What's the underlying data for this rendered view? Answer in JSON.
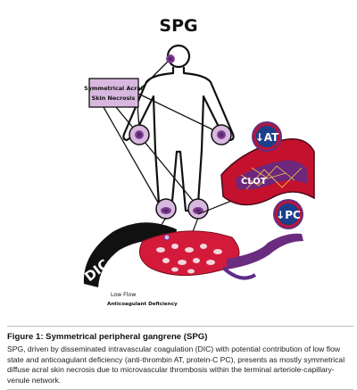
{
  "figure": {
    "title": "SPG",
    "callout_label_line1": "Symmetrical Acral",
    "callout_label_line2": "Skin Necrosis",
    "badge_at": "↓AT",
    "badge_pc": "↓PC",
    "clot_label": "CLOT",
    "dic_label": "DIC",
    "low_flow_label": "Low Flow",
    "anticoagulant_label": "Anticoagulant Deficiency"
  },
  "caption": {
    "title": "Figure 1: Symmetrical peripheral gangrene (SPG)",
    "body": "SPG, driven by disseminated intravascular coagulation (DIC) with potential contribution of low flow state and anticoagulant deficiency (anti-thrombin AT, protein-C PC), presents as mostly symmetrical diffuse acral skin necrosis due to microvascular thrombosis within the terminal arteriole-capillary-venule network."
  },
  "colors": {
    "necrosis_purple": "#6a2c7e",
    "callout_fill": "#d9b8df",
    "clot_red": "#c4122e",
    "badge_blue": "#1c3f8c",
    "dic_black": "#111111"
  }
}
